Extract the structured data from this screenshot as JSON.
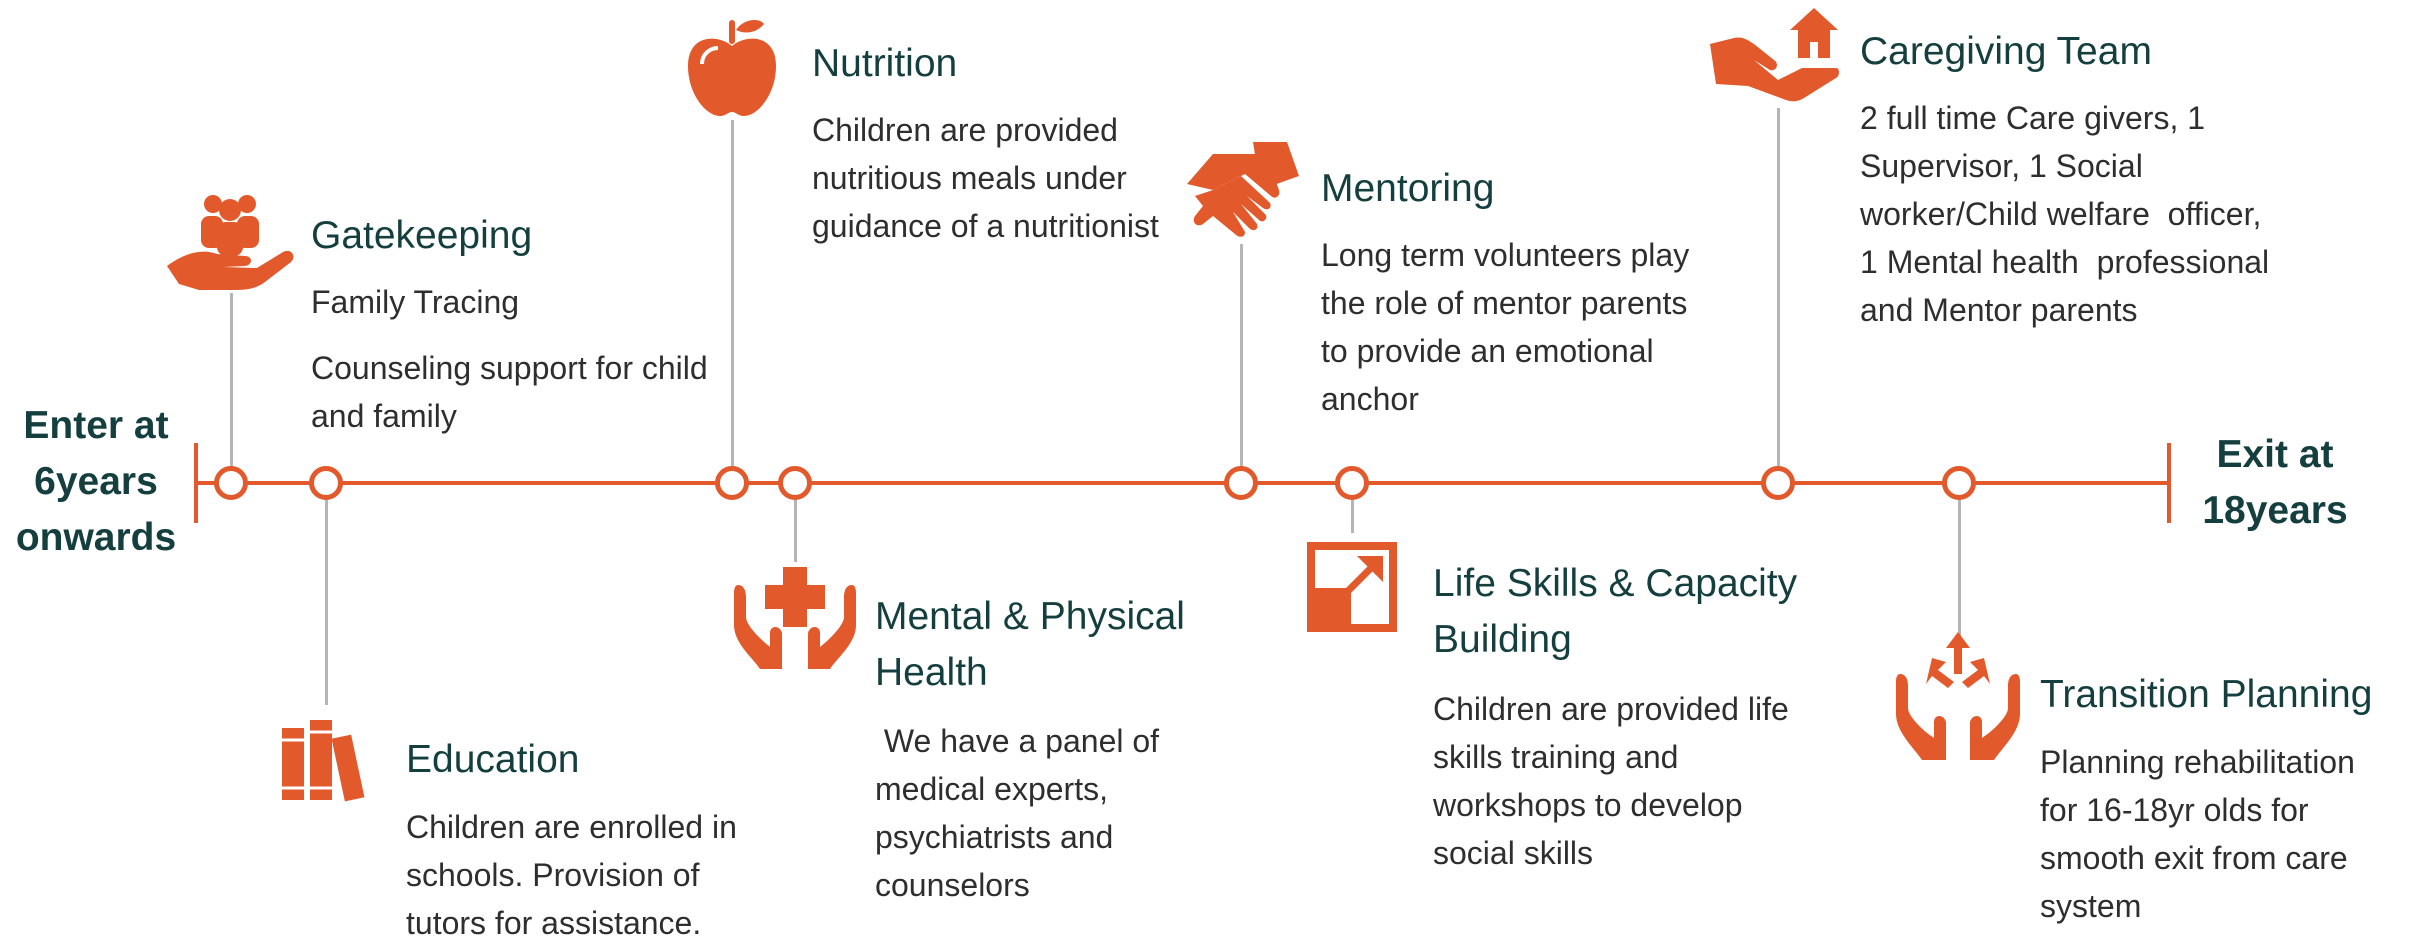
{
  "start_label": "Enter at\n6years\nonwards",
  "end_label": "Exit at\n18years",
  "colors": {
    "accent": "#e2592c",
    "title": "#153f3f",
    "text": "#2e2e2e",
    "stem": "#b5b5b5"
  },
  "milestones": [
    {
      "icon": "hand-holding-people-icon",
      "title": "Gatekeeping",
      "desc": [
        "Family Tracing",
        "Counseling support for child and family"
      ]
    },
    {
      "icon": "books-icon",
      "title": "Education",
      "desc": [
        "Children are enrolled in schools.  Provision of tutors for assistance."
      ]
    },
    {
      "icon": "apple-icon",
      "title": "Nutrition",
      "desc": [
        "Children are provided nutritious meals under guidance of a nutritionist"
      ]
    },
    {
      "icon": "hands-medical-cross-icon",
      "title": "Mental & Physical Health",
      "desc": [
        " We have a panel of medical experts, psychiatrists and counselors"
      ]
    },
    {
      "icon": "handshake-icon",
      "title": "Mentoring",
      "desc": [
        "Long term volunteers play the role of mentor parents to provide an emotional anchor"
      ]
    },
    {
      "icon": "growth-arrow-icon",
      "title": "Life Skills & Capacity Building",
      "desc": [
        "Children are provided life skills training and workshops to develop social skills"
      ]
    },
    {
      "icon": "hand-holding-house-icon",
      "title": "Caregiving Team",
      "desc": [
        "2 full time Care givers, 1 Supervisor, 1 Social  worker/Child welfare  officer, 1 Mental health  professional and Mentor parents"
      ]
    },
    {
      "icon": "hands-arrows-icon",
      "title": "Transition Planning",
      "desc": [
        "Planning rehabilitation for 16-18yr olds for smooth exit from care system"
      ]
    }
  ]
}
